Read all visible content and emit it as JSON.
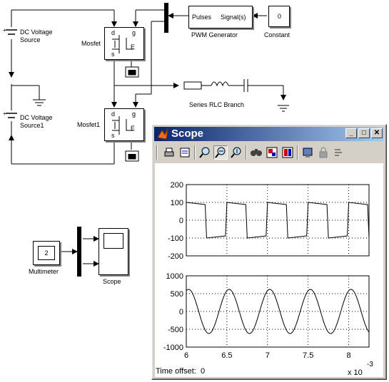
{
  "model": {
    "blocks": {
      "dc_source_top": "DC Voltage\nSource",
      "dc_source_bottom": "DC Voltage\nSource1",
      "mosfet_top": "Mosfet",
      "mosfet_bottom": "Mosfet1",
      "pwm_in_port": "Pulses",
      "pwm_out_port": "Signal(s)",
      "pwm_name": "PWM Generator",
      "constant_value": "0",
      "constant_name": "Constant",
      "rlc_name": "Series RLC Branch",
      "multimeter_value": "2",
      "multimeter_name": "Multimeter",
      "scope_name": "Scope",
      "port_d": "d",
      "port_s": "s",
      "port_g": "g",
      "port_e": "E"
    }
  },
  "scope_window": {
    "title": "Scope",
    "controls": {
      "minimize": "_",
      "maximize": "□",
      "close": "✕"
    },
    "toolbar_icons": [
      "print-icon",
      "parameters-icon",
      "zoom-icon",
      "zoom-x-icon",
      "zoom-y-icon",
      "autoscale-icon",
      "save-axes-icon",
      "restore-axes-icon",
      "floating-scope-icon",
      "lock-axes-icon",
      "signal-selector-icon"
    ],
    "time_offset_label": "Time offset:",
    "time_offset_value": "0",
    "x_multiplier": "x 10",
    "x_exponent": "-3"
  },
  "chart_data": [
    {
      "type": "line",
      "title": "",
      "x": [
        0.006,
        0.00625,
        0.0065,
        0.00675,
        0.007,
        0.00725,
        0.0075,
        0.00775,
        0.008,
        0.00825
      ],
      "series": [
        {
          "values": [
            100,
            -100,
            100,
            -100,
            100,
            -100,
            100,
            -100,
            100,
            -100
          ]
        }
      ],
      "xlim": [
        0.006,
        0.00825
      ],
      "ylim": [
        -200,
        200
      ],
      "yticks": [
        "200",
        "100",
        "0",
        "-100",
        "-200"
      ],
      "grid": true,
      "color": "#000000"
    },
    {
      "type": "line",
      "title": "",
      "x": [
        0.006,
        0.0065,
        0.007,
        0.0075,
        0.008
      ],
      "series": [
        {
          "values": [
            620,
            620,
            620,
            620,
            620
          ]
        }
      ],
      "xlim": [
        0.006,
        0.00825
      ],
      "ylim": [
        -1000,
        1000
      ],
      "yticks": [
        "1000",
        "500",
        "0",
        "-500",
        "-1000"
      ],
      "xticks": [
        "6",
        "6.5",
        "7",
        "7.5",
        "8"
      ],
      "grid": true,
      "color": "#000000"
    }
  ]
}
